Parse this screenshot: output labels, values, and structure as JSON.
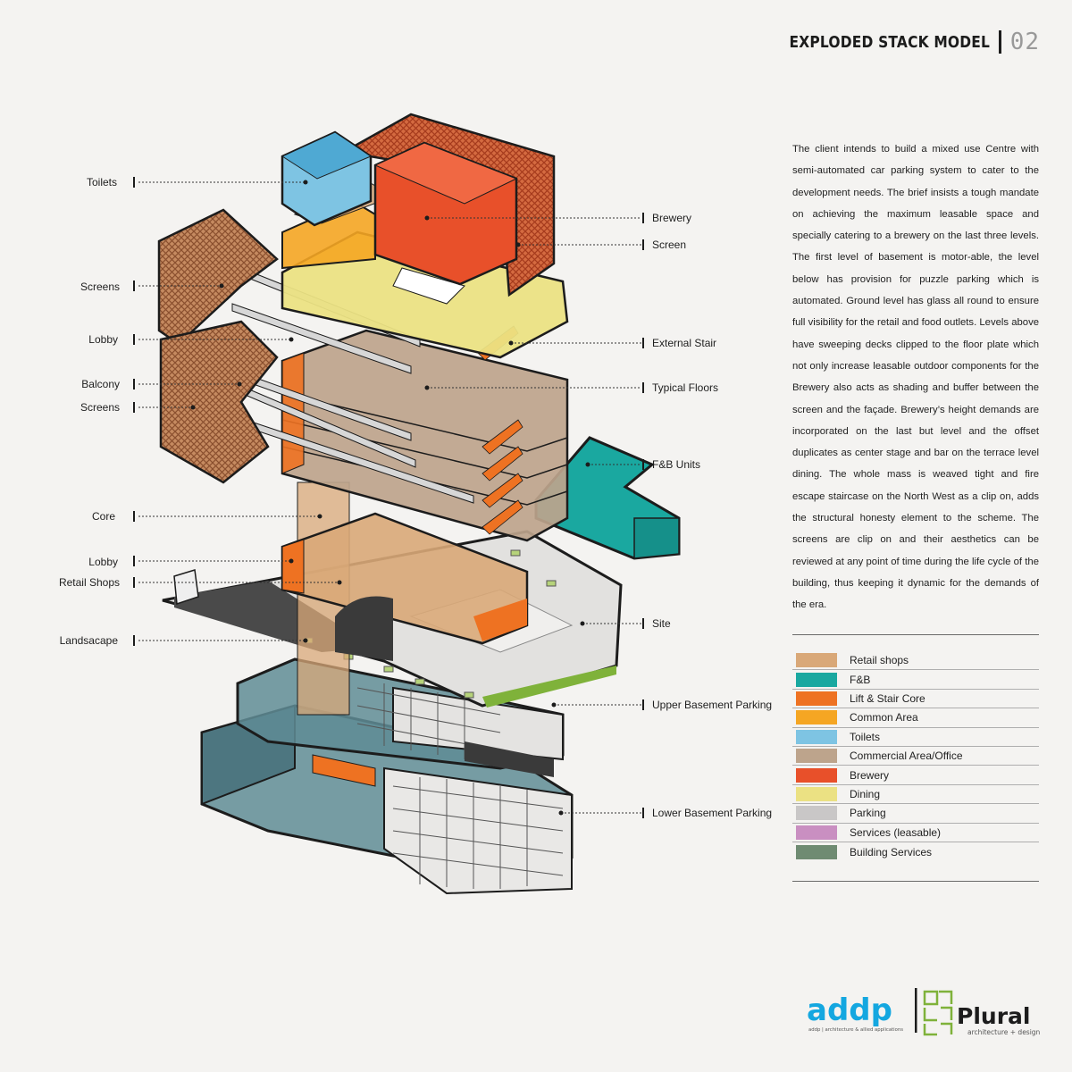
{
  "header": {
    "title": "EXPLODED STACK MODEL",
    "page_number": "02"
  },
  "labels_left": {
    "toilets": "Toilets",
    "screens_top": "Screens",
    "lobby_top": "Lobby",
    "balcony": "Balcony",
    "screens_mid": "Screens",
    "core": "Core",
    "lobby_bottom": "Lobby",
    "retail_shops": "Retail Shops",
    "landscape": "Landsacape"
  },
  "labels_right": {
    "brewery": "Brewery",
    "screen": "Screen",
    "external_stair": "External Stair",
    "typical_floors": "Typical Floors",
    "fb_units": "F&B Units",
    "site": "Site",
    "upper_basement": "Upper Basement Parking",
    "lower_basement": "Lower Basement Parking"
  },
  "description": "The client intends to build a mixed use Centre with semi-automated car parking system to cater to the development needs. The brief insists a tough mandate on achieving the maximum leasable space and specially catering to a brewery on the last three levels. The first level of basement is motor-able, the level below has provision for puzzle parking which is automated. Ground level has glass all round to ensure full visibility for the retail and food outlets. Levels above have sweeping decks clipped to the floor plate which not only increase leasable outdoor components for the Brewery also acts as shading and buffer between the screen and the façade. Brewery’s height demands are incorporated on the last but level and the offset duplicates as center stage and bar on the terrace level dining. The whole mass is weaved tight and fire escape staircase on the North West as a clip on, adds the structural honesty element to the scheme. The screens are clip on and their aesthetics can be reviewed at any point of time during the life cycle of the building, thus keeping it dynamic for the demands of the era.",
  "legend": [
    {
      "label": "Retail shops",
      "color": "#d9a878"
    },
    {
      "label": "F&B",
      "color": "#1aa8a0"
    },
    {
      "label": "Lift & Stair Core",
      "color": "#ee7222"
    },
    {
      "label": "Common Area",
      "color": "#f5a623"
    },
    {
      "label": "Toilets",
      "color": "#7ec4e3"
    },
    {
      "label": "Commercial Area/Office",
      "color": "#bda48c"
    },
    {
      "label": "Brewery",
      "color": "#e8502a"
    },
    {
      "label": "Dining",
      "color": "#ebe183"
    },
    {
      "label": "Parking",
      "color": "#c9c7c7"
    },
    {
      "label": "Services (leasable)",
      "color": "#c98fc1"
    },
    {
      "label": "Building Services",
      "color": "#6f8b72"
    }
  ],
  "logos": {
    "addp_name": "addp",
    "addp_tagline": "addp | architecture & allied applications",
    "plural_name": "Plural",
    "plural_tagline": "architecture + design"
  },
  "colors": {
    "background": "#f4f3f1",
    "screen_mesh": "#b5774f",
    "basement": "#5f8c95",
    "parking": "#d0cfcf",
    "addp_blue": "#14a7e0",
    "plural_green": "#7fb23a"
  }
}
